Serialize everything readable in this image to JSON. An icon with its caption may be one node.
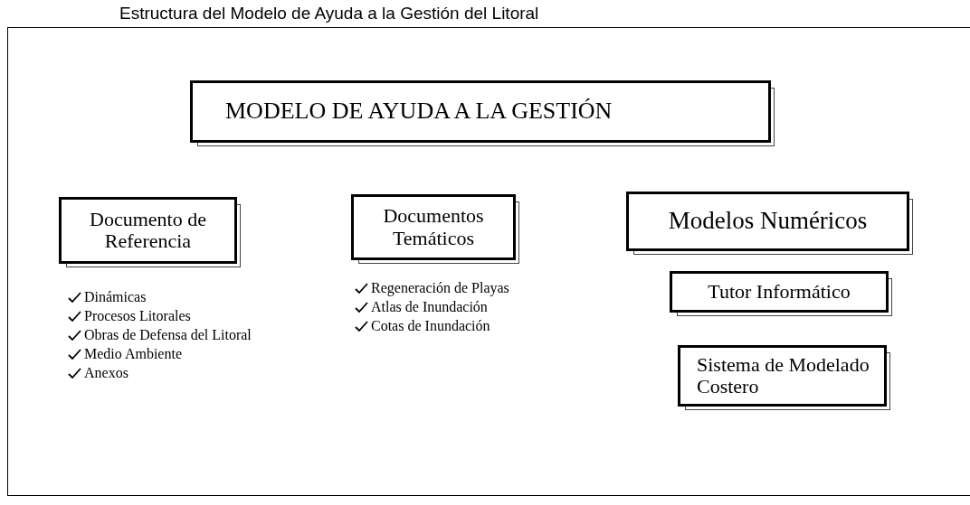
{
  "diagram": {
    "title": "Estructura del Modelo de Ayuda a la Gestión del Litoral",
    "nodes": [
      {
        "text": [
          "MODELO DE AYUDA A LA GESTIÓN"
        ]
      },
      {
        "text": [
          "Documento de Referencia"
        ],
        "beside": [
          "Dinámicas",
          "Procesos Litorales",
          "Obras de Defensa del Litoral",
          "Medio Ambiente",
          "Anexos"
        ]
      },
      {
        "text": [
          "Documentos Temáticos"
        ],
        "beside": [
          "Regeneración de Playas",
          "Atlas de Inundación",
          "Cotas de Inundación"
        ]
      },
      {
        "text": [
          "Modelos Numéricos"
        ]
      },
      {
        "text": [
          "Tutor Informático"
        ]
      },
      {
        "text": [
          "Sistema de Modelado Costero"
        ]
      }
    ],
    "edges": []
  }
}
